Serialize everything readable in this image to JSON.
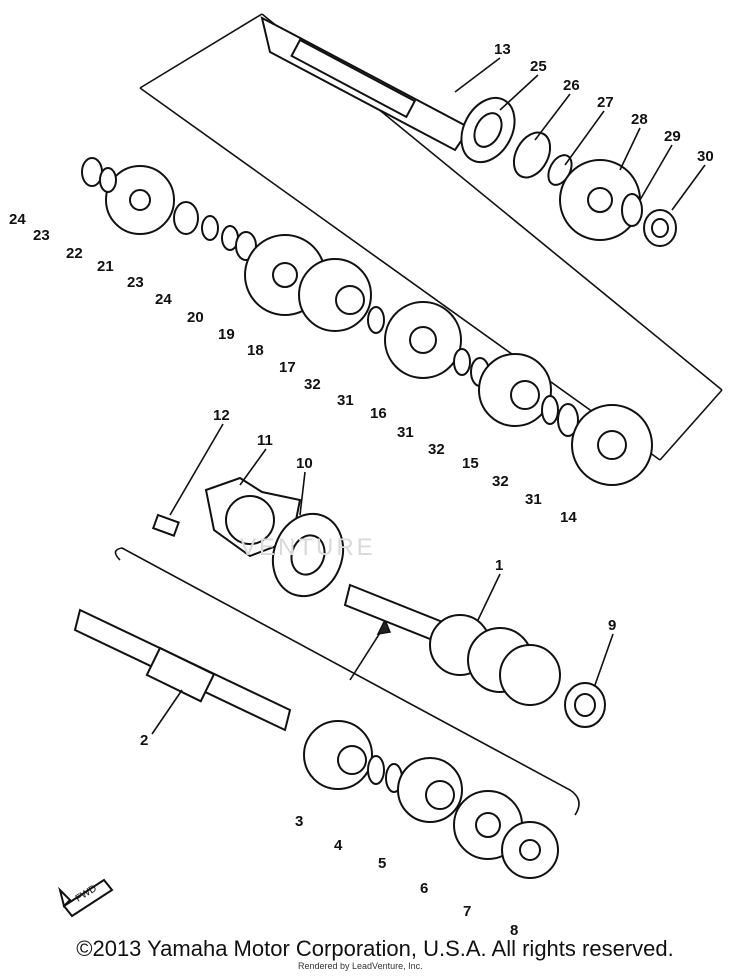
{
  "diagram": {
    "callouts": [
      {
        "num": "1"
      },
      {
        "num": "2"
      },
      {
        "num": "3"
      },
      {
        "num": "4"
      },
      {
        "num": "5"
      },
      {
        "num": "6"
      },
      {
        "num": "7"
      },
      {
        "num": "8"
      },
      {
        "num": "9"
      },
      {
        "num": "10"
      },
      {
        "num": "11"
      },
      {
        "num": "12"
      },
      {
        "num": "13"
      },
      {
        "num": "14"
      },
      {
        "num": "15"
      },
      {
        "num": "16"
      },
      {
        "num": "17"
      },
      {
        "num": "18"
      },
      {
        "num": "19"
      },
      {
        "num": "20"
      },
      {
        "num": "21"
      },
      {
        "num": "22"
      },
      {
        "num": "23"
      },
      {
        "num": "23"
      },
      {
        "num": "24"
      },
      {
        "num": "24"
      },
      {
        "num": "25"
      },
      {
        "num": "26"
      },
      {
        "num": "27"
      },
      {
        "num": "28"
      },
      {
        "num": "29"
      },
      {
        "num": "30"
      },
      {
        "num": "31"
      },
      {
        "num": "31"
      },
      {
        "num": "31"
      },
      {
        "num": "32"
      },
      {
        "num": "32"
      },
      {
        "num": "32"
      }
    ],
    "fwd_label": "FWD",
    "watermark": "VENTURE"
  },
  "footer": {
    "copyright": "©2013 Yamaha Motor Corporation, U.S.A. All rights reserved.",
    "rendered_by": "Rendered by LeadVenture, Inc."
  }
}
